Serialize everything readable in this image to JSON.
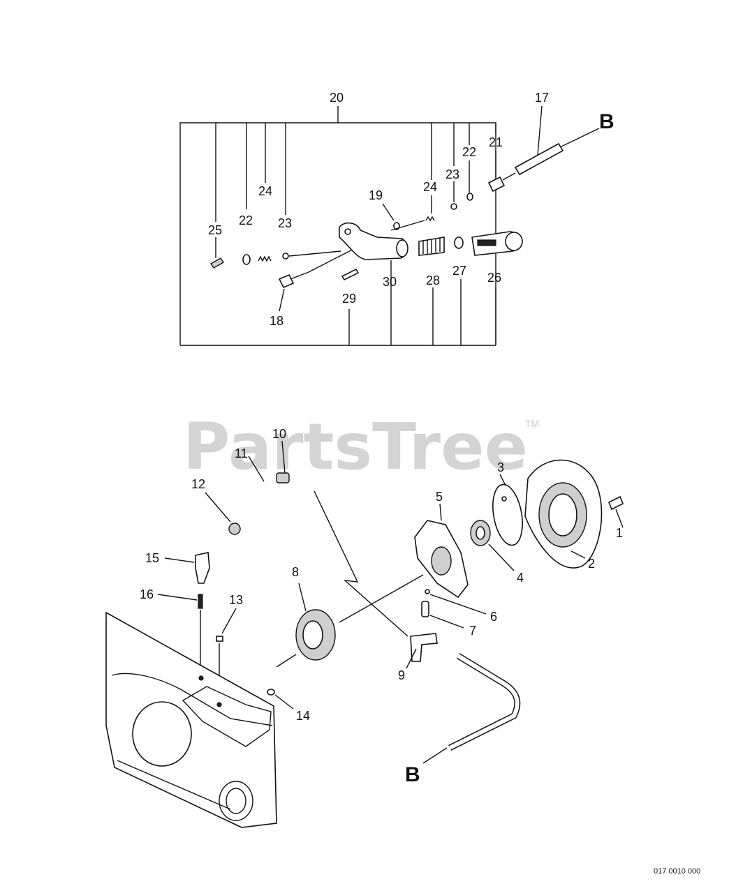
{
  "diagram": {
    "watermark": "PartsTree",
    "trademark": "TM",
    "reference_letter_top": "B",
    "reference_letter_bottom": "B",
    "drawing_code": "017 0010 000",
    "callouts": [
      {
        "id": "c1",
        "text": "1"
      },
      {
        "id": "c2",
        "text": "2"
      },
      {
        "id": "c3",
        "text": "3"
      },
      {
        "id": "c4",
        "text": "4"
      },
      {
        "id": "c5",
        "text": "5"
      },
      {
        "id": "c6",
        "text": "6"
      },
      {
        "id": "c7",
        "text": "7"
      },
      {
        "id": "c8",
        "text": "8"
      },
      {
        "id": "c9",
        "text": "9"
      },
      {
        "id": "c10",
        "text": "10"
      },
      {
        "id": "c11",
        "text": "11"
      },
      {
        "id": "c12",
        "text": "12"
      },
      {
        "id": "c13",
        "text": "13"
      },
      {
        "id": "c14",
        "text": "14"
      },
      {
        "id": "c15",
        "text": "15"
      },
      {
        "id": "c16",
        "text": "16"
      },
      {
        "id": "c17",
        "text": "17"
      },
      {
        "id": "c18",
        "text": "18"
      },
      {
        "id": "c19",
        "text": "19"
      },
      {
        "id": "c20",
        "text": "20"
      },
      {
        "id": "c21",
        "text": "21"
      },
      {
        "id": "c22a",
        "text": "22"
      },
      {
        "id": "c22b",
        "text": "22"
      },
      {
        "id": "c23a",
        "text": "23"
      },
      {
        "id": "c23b",
        "text": "23"
      },
      {
        "id": "c24a",
        "text": "24"
      },
      {
        "id": "c24b",
        "text": "24"
      },
      {
        "id": "c25",
        "text": "25"
      },
      {
        "id": "c26",
        "text": "26"
      },
      {
        "id": "c27",
        "text": "27"
      },
      {
        "id": "c28",
        "text": "28"
      },
      {
        "id": "c29",
        "text": "29"
      },
      {
        "id": "c30",
        "text": "30"
      }
    ]
  }
}
